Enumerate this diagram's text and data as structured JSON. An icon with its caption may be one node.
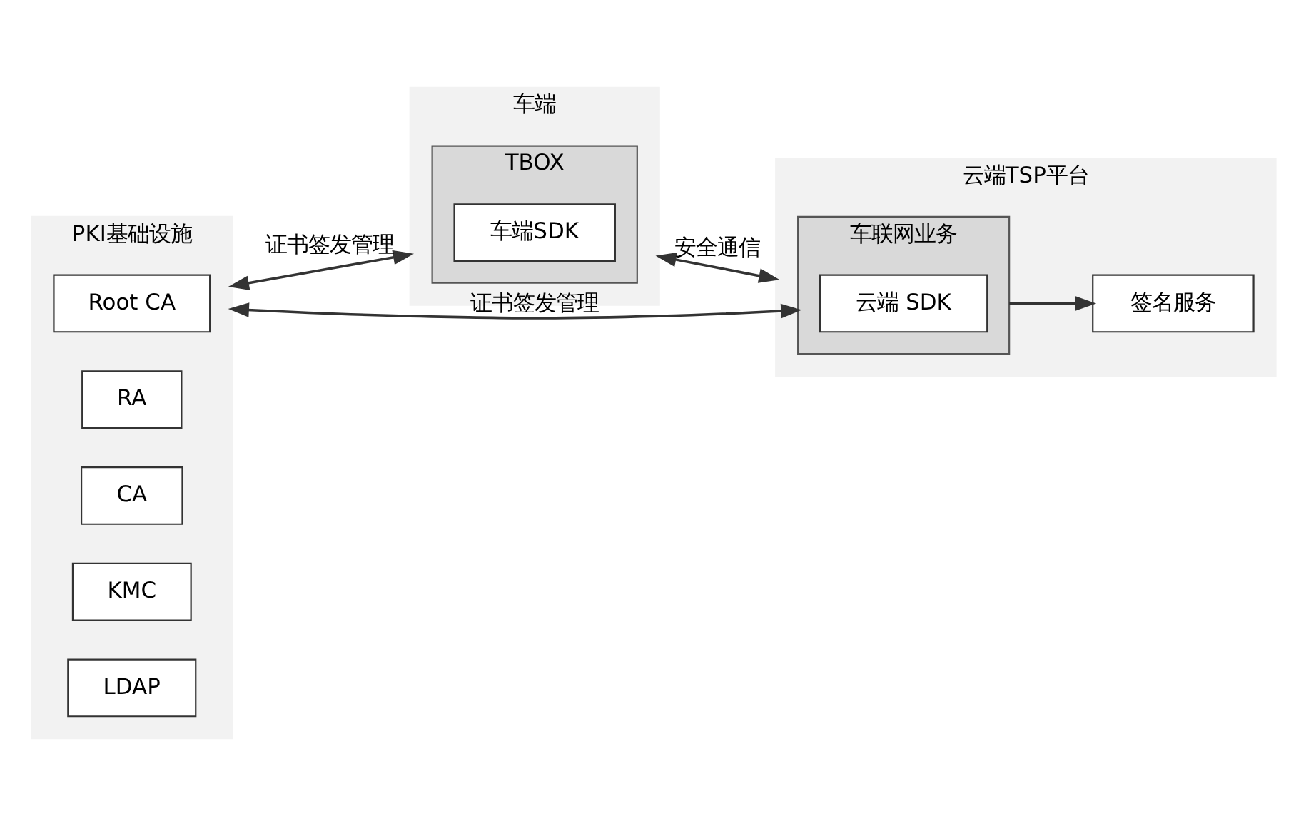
{
  "diagram": {
    "nodes": [
      {
        "text": [
          "PKI基础设施"
        ]
      },
      {
        "text": [
          "Root CA"
        ],
        "in": 0
      },
      {
        "text": [
          "RA"
        ],
        "in": 0
      },
      {
        "text": [
          "CA"
        ],
        "in": 0
      },
      {
        "text": [
          "KMC"
        ],
        "in": 0
      },
      {
        "text": [
          "LDAP"
        ],
        "in": 0
      },
      {
        "text": [
          "车端"
        ]
      },
      {
        "text": [
          "TBOX"
        ],
        "in": 6
      },
      {
        "text": [
          "车端SDK"
        ],
        "in": 7
      },
      {
        "text": [
          "云端TSP平台"
        ]
      },
      {
        "text": [
          "车联网业务"
        ],
        "in": 9
      },
      {
        "text": [
          "云端 SDK"
        ],
        "in": 10
      },
      {
        "text": [
          "签名服务"
        ],
        "in": 9
      }
    ],
    "edges": [
      {
        "from": 0,
        "to": 6,
        "arrow": "both",
        "label": "证书签发管理"
      },
      {
        "from": 0,
        "to": 10,
        "arrow": "both",
        "label": "证书签发管理"
      },
      {
        "from": 6,
        "to": 9,
        "arrow": "both",
        "label": "安全通信"
      },
      {
        "from": 10,
        "to": 12,
        "arrow": "to"
      }
    ]
  }
}
